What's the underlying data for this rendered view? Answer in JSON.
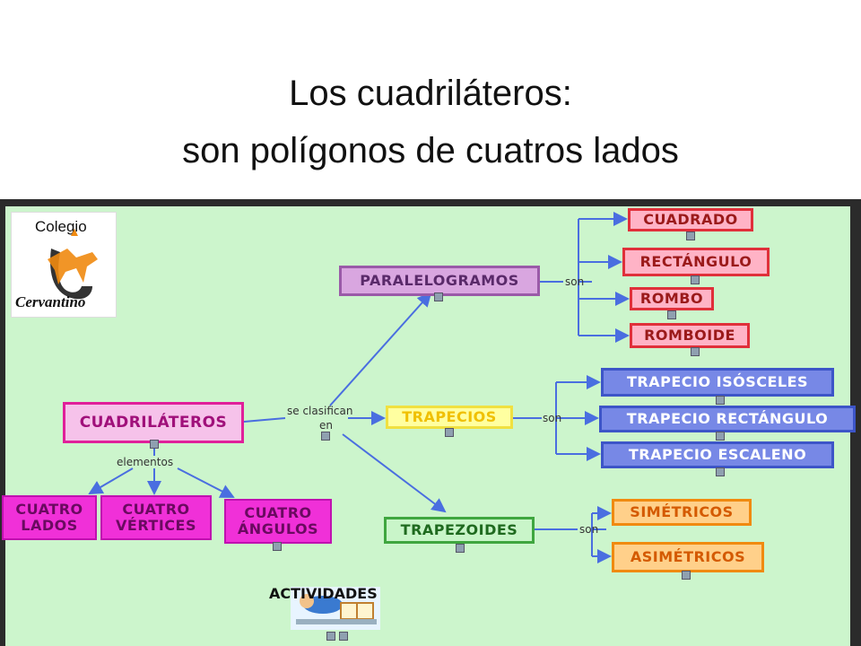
{
  "title_line1": "Los cuadriláteros:",
  "title_line2": "son polígonos de cuatros lados",
  "logo": {
    "top": "Colegio",
    "bottom": "Cervantino"
  },
  "nodes": {
    "cuadrilateros": "CUADRILÁTEROS",
    "paralelogramos": "PARALELOGRAMOS",
    "trapecios": "TRAPECIOS",
    "trapezoides": "TRAPEZOIDES",
    "cuadrado": "CUADRADO",
    "rectangulo": "RECTÁNGULO",
    "rombo": "ROMBO",
    "romboide": "ROMBOIDE",
    "trapecio_isosceles": "TRAPECIO ISÓSCELES",
    "trapecio_rectangulo": "TRAPECIO RECTÁNGULO",
    "trapecio_escaleno": "TRAPECIO ESCALENO",
    "simetricos": "SIMÉTRICOS",
    "asimetricos": "ASIMÉTRICOS",
    "cuatro_lados_1": "CUATRO",
    "cuatro_lados_2": "LADOS",
    "cuatro_vertices_1": "CUATRO",
    "cuatro_vertices_2": "VÉRTICES",
    "cuatro_angulos_1": "CUATRO",
    "cuatro_angulos_2": "ÁNGULOS"
  },
  "labels": {
    "se_clasifican": "se clasifican",
    "en": "en",
    "elementos": "elementos",
    "son_1": "son",
    "son_2": "son",
    "son_3": "son"
  },
  "actividades": "ACTIVIDADES",
  "colors": {
    "arrow": "#4a6ee0",
    "background": "#ccf5cc"
  }
}
